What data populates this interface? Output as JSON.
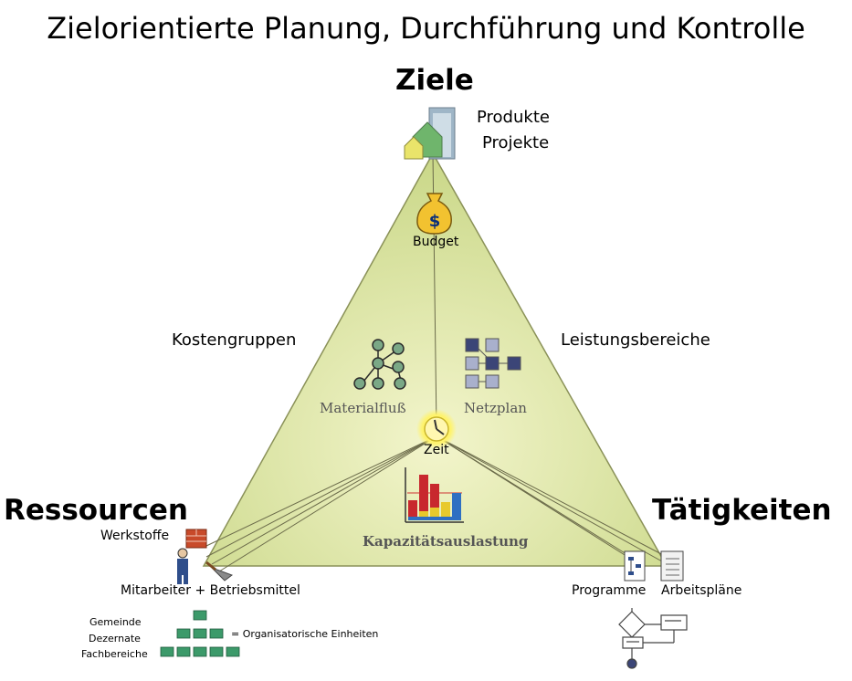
{
  "title": "Zielorientierte Planung, Durchführung und Kontrolle",
  "corners": {
    "top": "Ziele",
    "left": "Ressourcen",
    "right": "Tätigkeiten"
  },
  "top_items": [
    "Produkte",
    "Projekte"
  ],
  "center": {
    "budget": "Budget",
    "time": "Zeit",
    "material_flow": "Materialfluß",
    "network_plan": "Netzplan",
    "capacity": "Kapazitätsauslastung"
  },
  "edges": {
    "left": "Kostengruppen",
    "right": "Leistungsbereiche"
  },
  "resources": {
    "materials": "Werkstoffe",
    "staff_means": "Mitarbeiter + Betriebsmittel",
    "org_levels": [
      "Gemeinde",
      "Dezernate",
      "Fachbereiche"
    ],
    "org_units": "= Organisatorische Einheiten"
  },
  "activities": {
    "programs": "Programme",
    "work_plans": "Arbeitspläne"
  },
  "colors": {
    "triangle_fill": "#d3df9b",
    "triangle_edge": "#7d8650",
    "budget_bag": "#f2c230",
    "clock_glow": "#fff36a",
    "org_box": "#3c9a6a",
    "node_green": "#7aa886",
    "node_navy": "#3b4577"
  }
}
